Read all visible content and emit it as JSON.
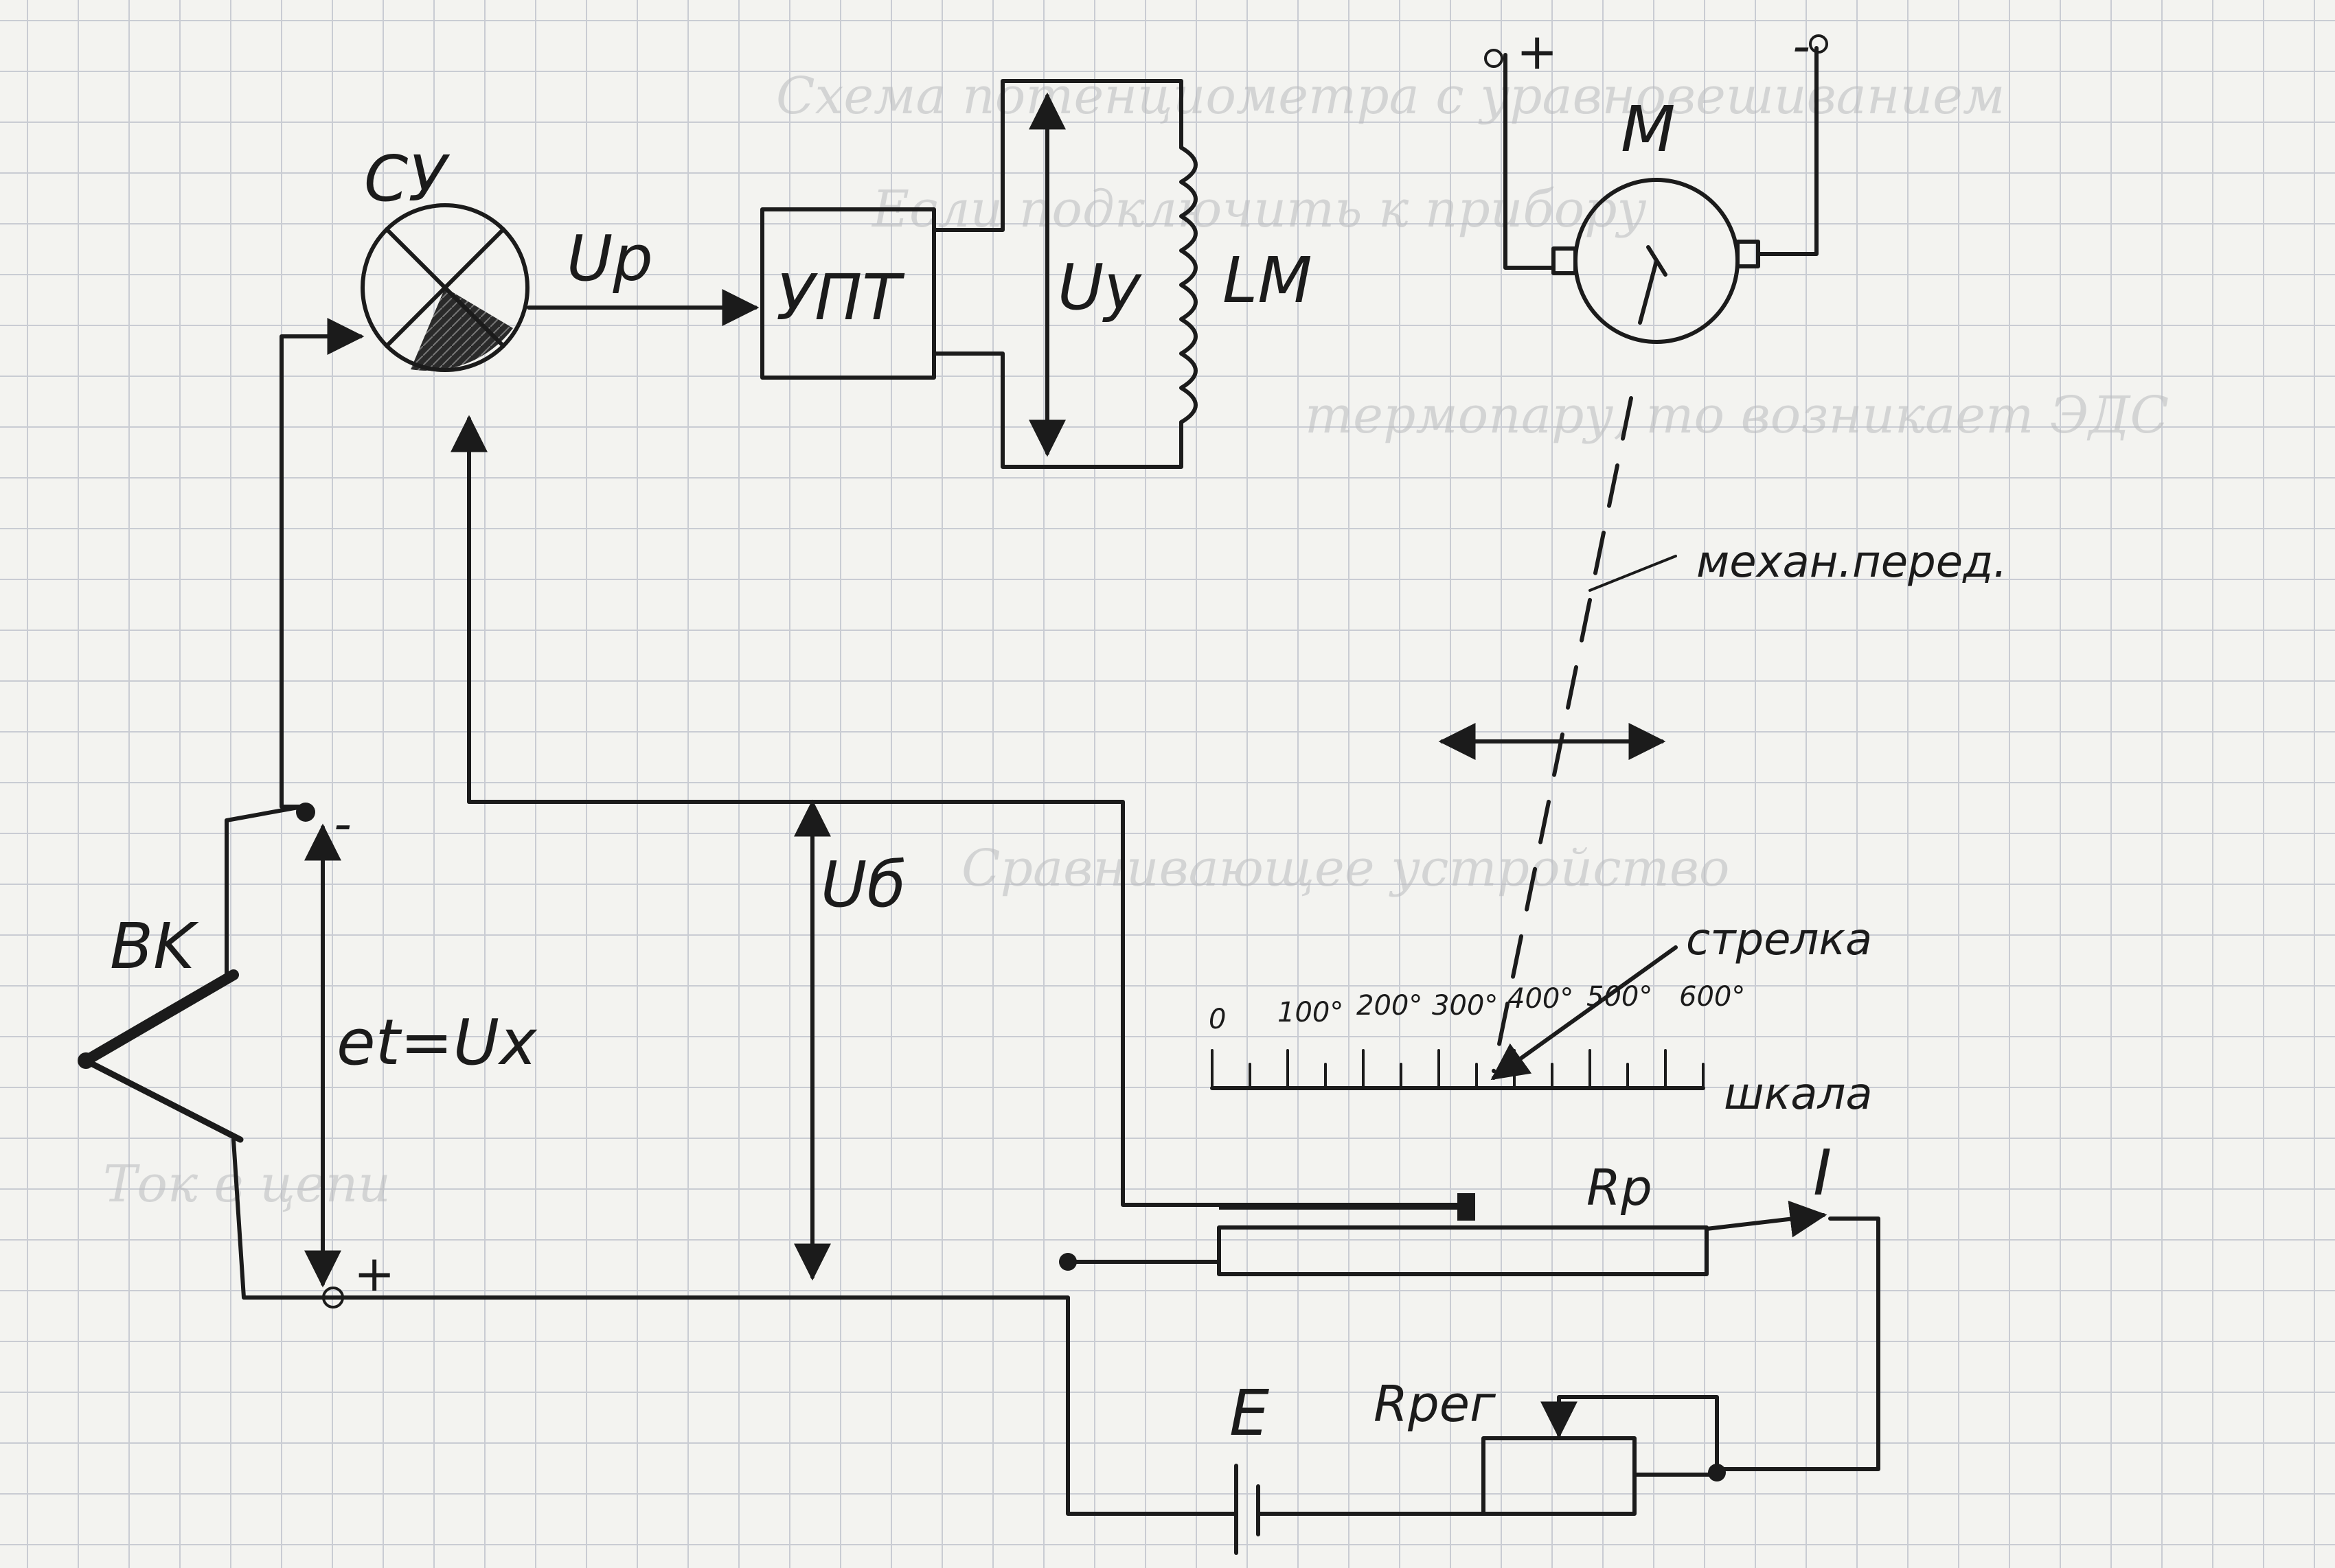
{
  "labels": {
    "comparator": "СУ",
    "comparator_out": "Up",
    "amplifier": "УПТ",
    "control_voltage": "Uy",
    "motor_winding": "LM",
    "motor": "M",
    "motor_plus": "+",
    "motor_minus": "-",
    "mech_transmission": "механ.перед.",
    "thermocouple": "BK",
    "emf": "et=Ux",
    "balance_voltage": "Uб",
    "pointer": "стрелка",
    "scale": "шкала",
    "rheostat": "Rp",
    "current": "I",
    "source": "E",
    "adjust_resistor": "Rрег",
    "terminal_minus": "-",
    "terminal_plus": "+"
  },
  "scale_ticks": [
    "0",
    "100°",
    "200°",
    "300°",
    "400°",
    "500°",
    "600°"
  ],
  "background_notes": [
    "Схема потенциометра с уравновешиванием",
    "Если подключить к прибору",
    "термопару, то возникает ЭДС",
    "Сравнивающее устройство",
    "Ток в цепи"
  ],
  "colors": {
    "ink": "#1b1b1b",
    "paper": "#f3f3f0",
    "grid": "#c9ccd3"
  }
}
